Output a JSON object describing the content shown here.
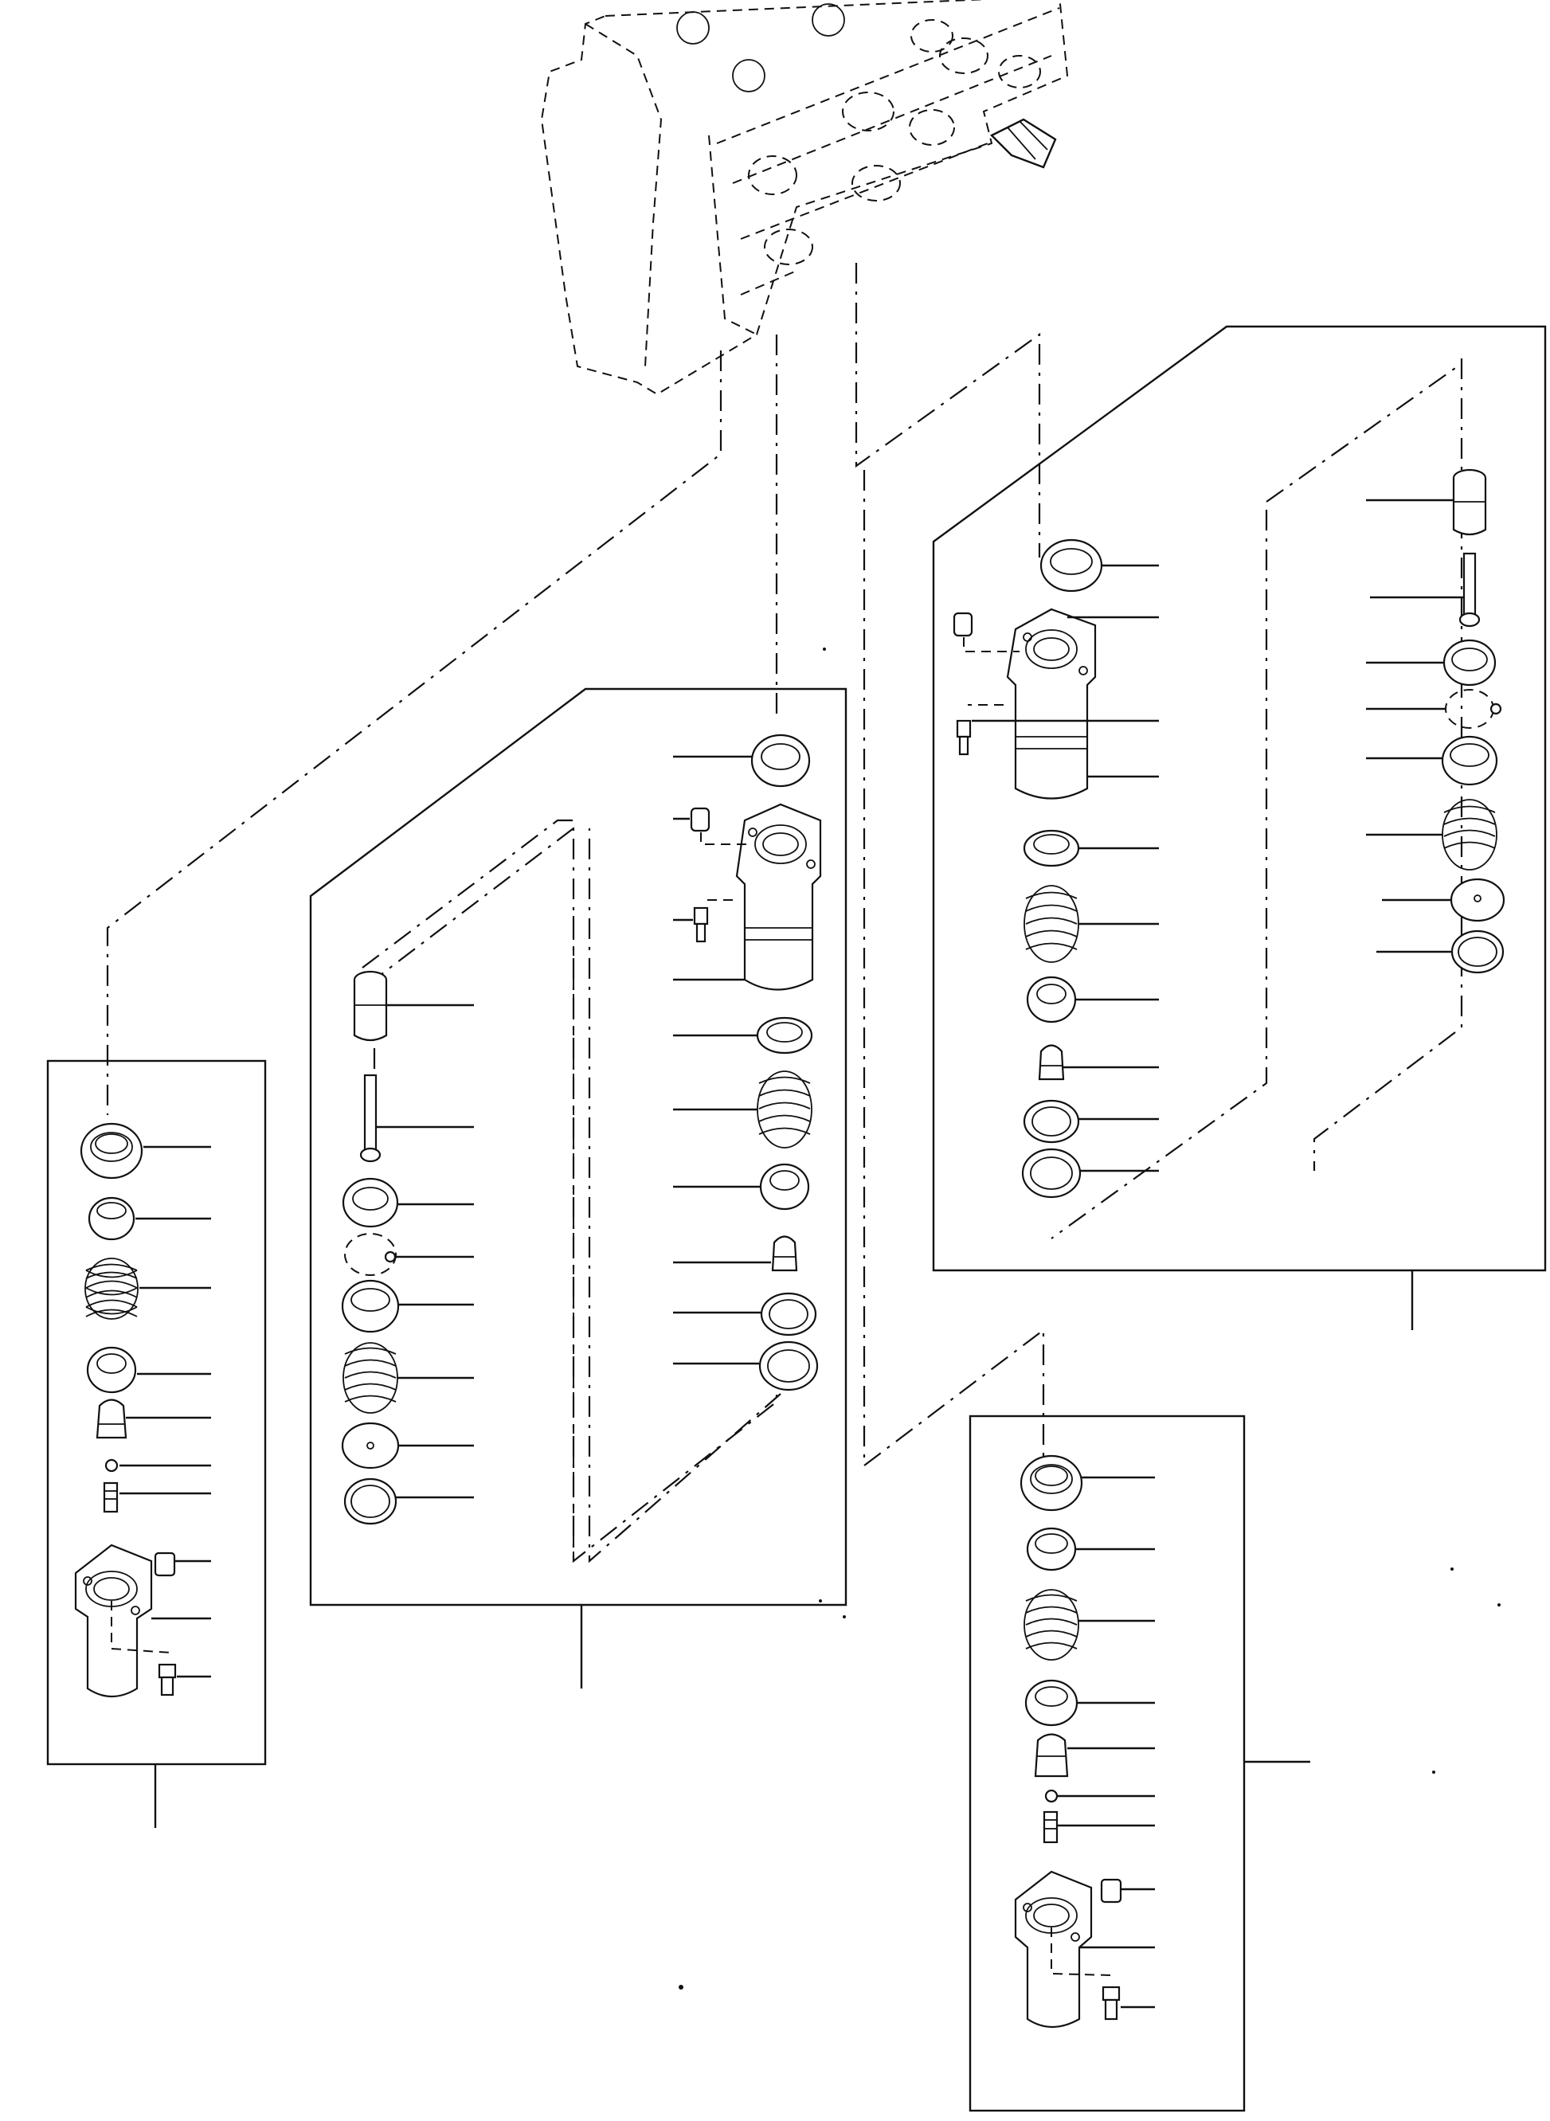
{
  "diagram": {
    "title": "",
    "line_color": "#111111",
    "background": "#ffffff",
    "assemblies": [
      {
        "id": "left",
        "leaders": 12
      },
      {
        "id": "center",
        "leaders": 16
      },
      {
        "id": "upper-right",
        "leaders": 16
      },
      {
        "id": "lower-right",
        "leaders": 10
      }
    ],
    "labels": []
  }
}
